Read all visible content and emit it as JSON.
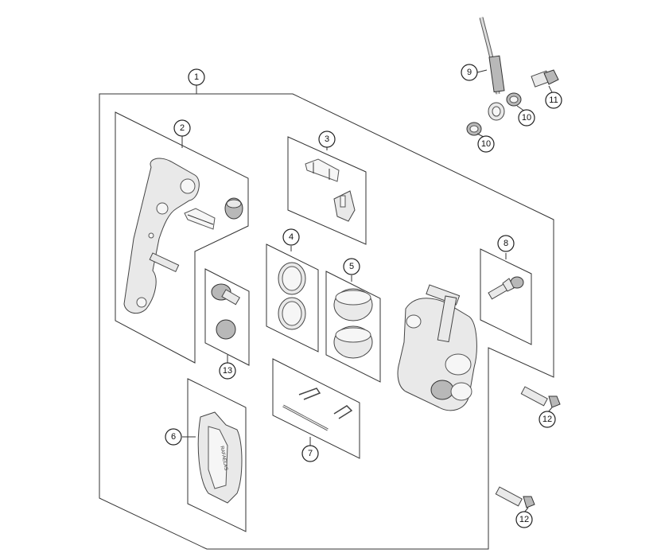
{
  "callouts": [
    {
      "id": "1",
      "label": "1"
    },
    {
      "id": "2",
      "label": "2"
    },
    {
      "id": "3",
      "label": "3"
    },
    {
      "id": "4",
      "label": "4"
    },
    {
      "id": "5",
      "label": "5"
    },
    {
      "id": "6",
      "label": "6"
    },
    {
      "id": "7",
      "label": "7"
    },
    {
      "id": "8",
      "label": "8"
    },
    {
      "id": "9",
      "label": "9"
    },
    {
      "id": "10a",
      "label": "10"
    },
    {
      "id": "10b",
      "label": "10"
    },
    {
      "id": "11",
      "label": "11"
    },
    {
      "id": "12a",
      "label": "12"
    },
    {
      "id": "12b",
      "label": "12"
    },
    {
      "id": "13",
      "label": "13"
    }
  ],
  "pad_imprint": "RAFAELAS"
}
